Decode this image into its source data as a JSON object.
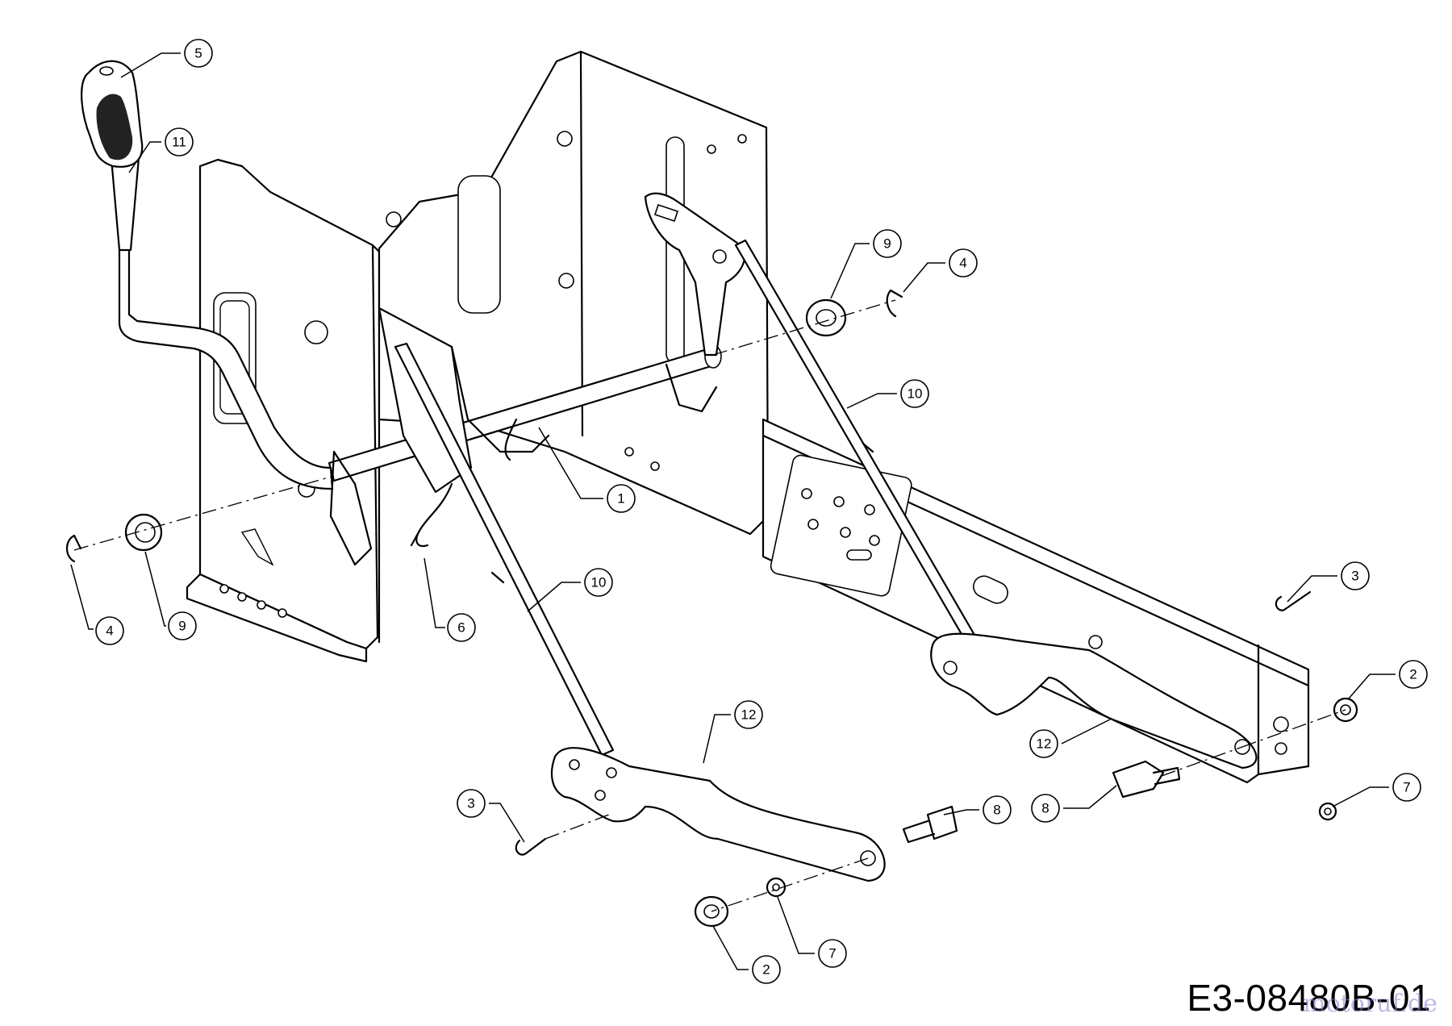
{
  "drawing_code": "E3-08480B-01",
  "watermark": "motoruf.de",
  "callouts": [
    {
      "id": "c1",
      "label": "1"
    },
    {
      "id": "c2a",
      "label": "2"
    },
    {
      "id": "c2b",
      "label": "2"
    },
    {
      "id": "c3a",
      "label": "3"
    },
    {
      "id": "c3b",
      "label": "3"
    },
    {
      "id": "c4a",
      "label": "4"
    },
    {
      "id": "c4b",
      "label": "4"
    },
    {
      "id": "c5",
      "label": "5"
    },
    {
      "id": "c6",
      "label": "6"
    },
    {
      "id": "c7a",
      "label": "7"
    },
    {
      "id": "c7b",
      "label": "7"
    },
    {
      "id": "c8a",
      "label": "8"
    },
    {
      "id": "c8b",
      "label": "8"
    },
    {
      "id": "c9a",
      "label": "9"
    },
    {
      "id": "c9b",
      "label": "9"
    },
    {
      "id": "c10a",
      "label": "10"
    },
    {
      "id": "c10b",
      "label": "10"
    },
    {
      "id": "c11",
      "label": "11"
    },
    {
      "id": "c12a",
      "label": "12"
    },
    {
      "id": "c12b",
      "label": "12"
    }
  ]
}
